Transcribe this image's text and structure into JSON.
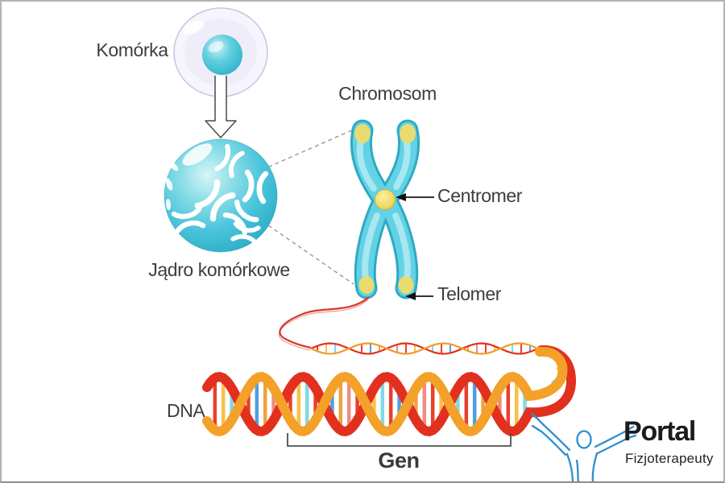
{
  "diagram": {
    "labels": {
      "cell": "Komórka",
      "nucleus": "Jądro komórkowe",
      "chromosome": "Chromosom",
      "centromere": "Centromer",
      "telomere": "Telomer",
      "dna": "DNA",
      "gene": "Gen"
    },
    "icons": {
      "down_arrow": "hollow-down-arrow-icon",
      "pointer_arrows": "black-pointer-arrow-icon",
      "logo_figure": "person-arms-raised-icon"
    },
    "colors": {
      "cyan_body": "#45c3da",
      "cyan_light": "#8fdfe9",
      "yellow_marker": "#f0dc6a",
      "dna_orange": "#f3a129",
      "dna_red": "#e2301f",
      "rung_cyan": "#7fd9e8",
      "rung_blue": "#4f9fe0",
      "label_text": "#3d3d3d",
      "logo_blue": "#2e8fd2",
      "logo_text": "#1c1c1c",
      "cell_membrane": "#f6f4fc"
    }
  },
  "logo": {
    "title": "Portal",
    "subtitle": "Fizjoterapeuty"
  }
}
